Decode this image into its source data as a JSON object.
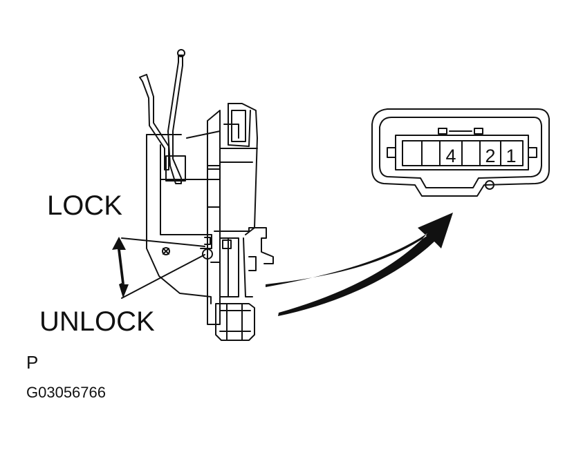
{
  "labels": {
    "lock": "LOCK",
    "unlock": "UNLOCK",
    "view": "P",
    "figure_code": "G03056766"
  },
  "connector": {
    "pins": [
      {
        "id": "4",
        "label": "4"
      },
      {
        "id": "2",
        "label": "2"
      },
      {
        "id": "1",
        "label": "1"
      }
    ]
  },
  "colors": {
    "line": "#111111",
    "background": "#ffffff"
  }
}
